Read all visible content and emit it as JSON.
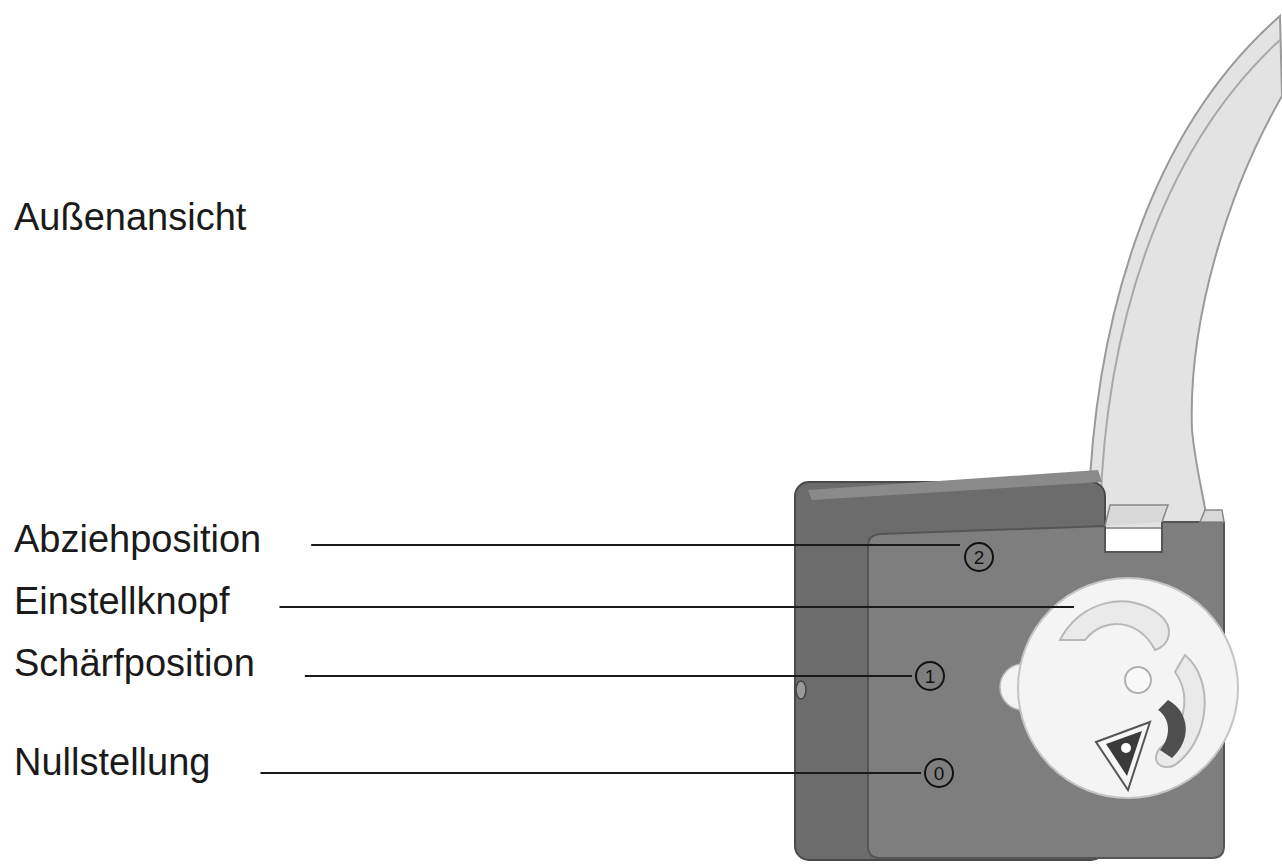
{
  "diagram": {
    "nodes": [
      {
        "text": [
          "2"
        ]
      },
      {
        "text": [
          "1"
        ]
      },
      {
        "text": [
          "0"
        ]
      }
    ],
    "labels": [
      "Außenansicht",
      "Abziehposition",
      "Einstellknopf",
      "Schärfposition",
      "Nullstellung"
    ]
  }
}
